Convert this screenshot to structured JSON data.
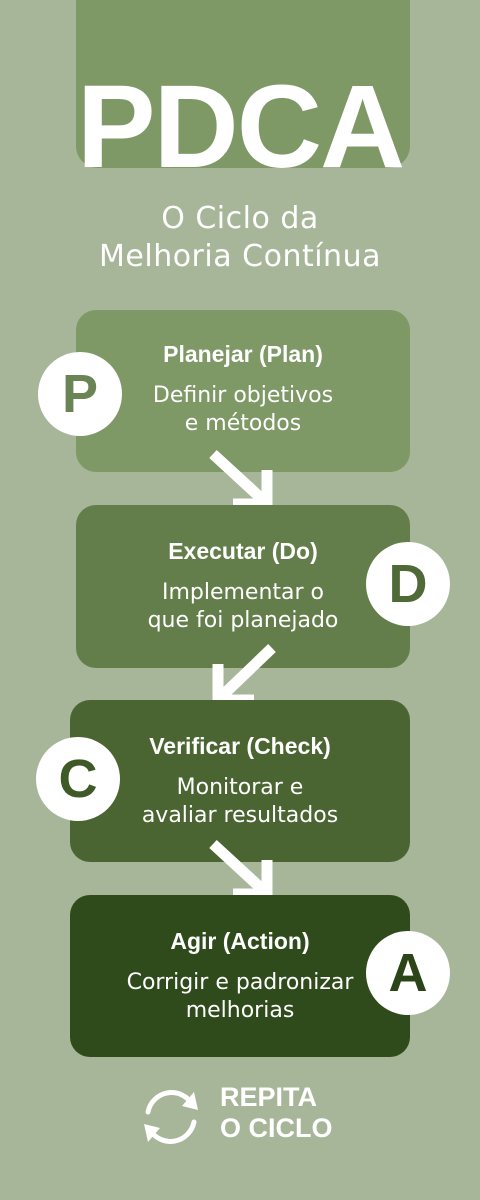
{
  "header": {
    "title": "PDCA",
    "subtitle": "O Ciclo da\nMelhoria Contínua"
  },
  "steps": [
    {
      "letter": "P",
      "name": "Planejar (Plan)",
      "desc": "Definir objetivos\ne métodos"
    },
    {
      "letter": "D",
      "name": "Executar (Do)",
      "desc": "Implementar o\nque foi planejado"
    },
    {
      "letter": "C",
      "name": "Verificar (Check)",
      "desc": "Monitorar e\navaliar resultados"
    },
    {
      "letter": "A",
      "name": "Agir (Action)",
      "desc": "Corrigir e padronizar\nmelhorias"
    }
  ],
  "footer": {
    "icon": "repeat-cycle-icon",
    "text": "REPITA\nO CICLO"
  },
  "colors": {
    "background": "#a7b598",
    "plan": "#7e9866",
    "do": "#647e4b",
    "check": "#4b6532",
    "act": "#2f4a1b",
    "text": "#ffffff"
  }
}
